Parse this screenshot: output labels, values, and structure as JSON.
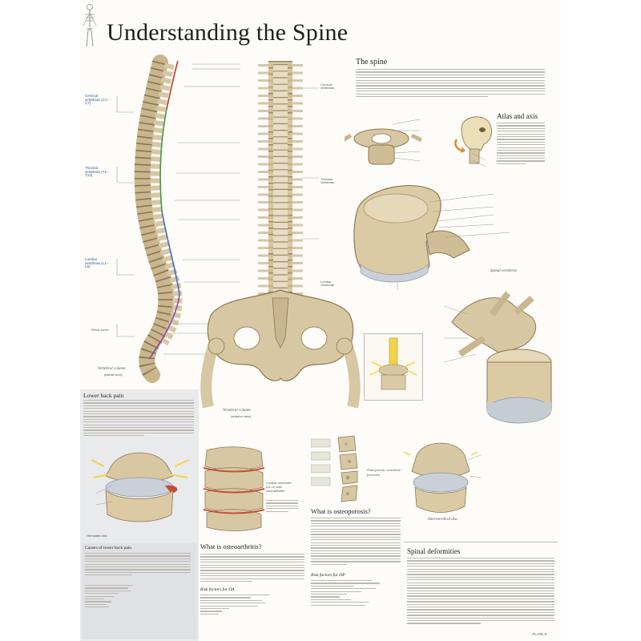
{
  "title": "Understanding the Spine",
  "plate": "PLATE 8",
  "side_view": {
    "cervical_label": "Cervical vertebrae (C1–C7)",
    "thoracic_label": "Thoracic vertebrae (T1–T12)",
    "lumbar_label": "Lumbar vertebrae (L1–L5)",
    "pelvic_label": "Pelvic curve",
    "caption": "Vertebral column",
    "caption_sub": "(lateral view)"
  },
  "front_view": {
    "cervical": "Cervical Vertebrae",
    "thoracic": "Thoracic Vertebrae",
    "lumbar": "Lumbar Vertebrae",
    "caption": "Vertebral column",
    "caption_sub": "(anterior view)"
  },
  "sections": {
    "the_spine": "The spine",
    "atlas_axis": "Atlas and axis",
    "spinal_vertebrae": "Spinal vertebrae",
    "lower_back_pain": "Lower back pain",
    "intervertebral_disc": "Intervertebral disc",
    "herniated_disc": "Herniated disk",
    "causes_low_back_pain": "Causes of lower back pain",
    "osteoarthritis": "What is osteoarthritis?",
    "osteoporosis": "What is osteoporosis?",
    "risk_oa": "Risk factors for OA",
    "risk_op": "Risk factors for OP",
    "spinal_deformities": "Spinal deformities",
    "lumbar_oa": "Lumbar vertebrae (L1–4) with osteoarthritis",
    "osteoporotic": "Osteoporotic vertebrae / fractures"
  },
  "colors": {
    "accent_blue": "#2d5d9a",
    "cervical_line": "#c0392b",
    "thoracic_line": "#3c9b4a",
    "lumbar_line": "#3b6fc0",
    "sacral_line": "#8e44ad",
    "bone": "#d8c7a3",
    "bone_dark": "#a8926a"
  }
}
